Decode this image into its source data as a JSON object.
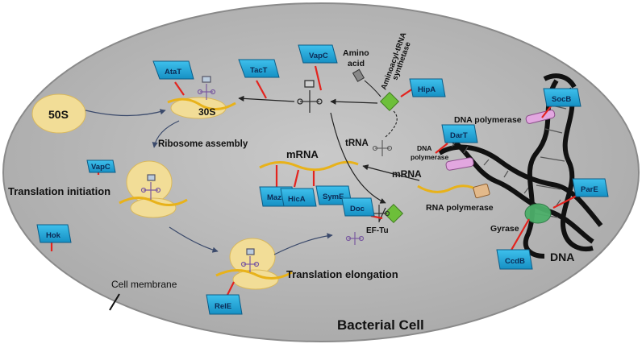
{
  "title": "Bacterial Cell",
  "labels": {
    "cell_membrane": "Cell membrane",
    "dna": "DNA",
    "s50": "50S",
    "s30": "30S",
    "ribosome_assembly": "Ribosome assembly",
    "translation_initiation": "Translation initiation",
    "translation_elongation": "Translation elongation",
    "mrna_center": "mRNA",
    "mrna_right": "mRNA",
    "trna": "tRNA",
    "amino_acid_1": "Amino",
    "amino_acid_2": "acid",
    "aars_1": "Aminoacyl-tRNA",
    "aars_2": "synthetase",
    "dna_polymerase_top": "DNA polymerase",
    "dna_polymerase_small_1": "DNA",
    "dna_polymerase_small_2": "polymerase",
    "rna_polymerase": "RNA polymerase",
    "ef_tu": "EF-Tu",
    "gyrase": "Gyrase"
  },
  "toxins": {
    "atat": "AtaT",
    "tact": "TacT",
    "vapc_top": "VapC",
    "hipa": "HipA",
    "socb": "SocB",
    "dart": "DarT",
    "pare": "ParE",
    "ccdb": "CcdB",
    "vapc_left": "VapC",
    "hok": "Hok",
    "mazf": "MazF",
    "hica": "HicA",
    "syme": "SymE",
    "doc": "Doc",
    "rele": "RelE"
  },
  "colors": {
    "cell_fill": "#b9b9b9",
    "toxin_fill": "#1ba7d6",
    "inhibition_line": "#e3231e",
    "ribosome": "#f2dd97",
    "mrna": "#e8b21a",
    "synthetase": "#6dbf3a",
    "polymerase": "#e2a7e0",
    "gyrase": "#4caf6a"
  }
}
